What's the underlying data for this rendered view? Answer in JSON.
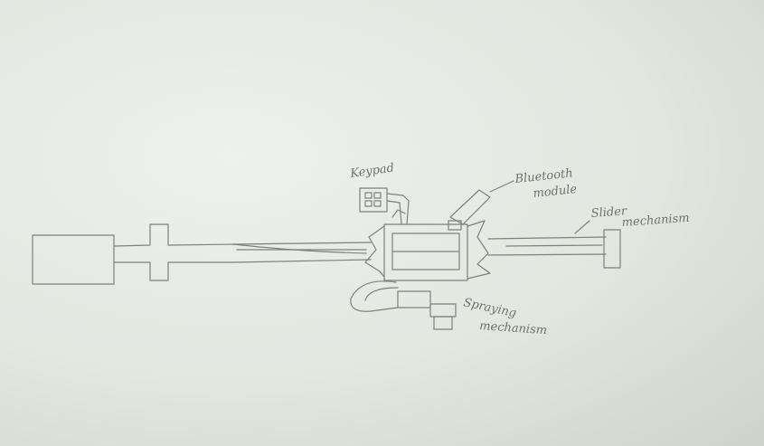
{
  "labels": {
    "keypad": "Keypad",
    "bluetooth_line1": "Bluetooth",
    "bluetooth_line2": "module",
    "slider_line1": "Slider",
    "slider_line2": "mechanism",
    "spraying_line1": "Spraying",
    "spraying_line2": "mechanism"
  },
  "colors": {
    "pencil": "#7d817b",
    "paper": "#e8ebe5"
  }
}
